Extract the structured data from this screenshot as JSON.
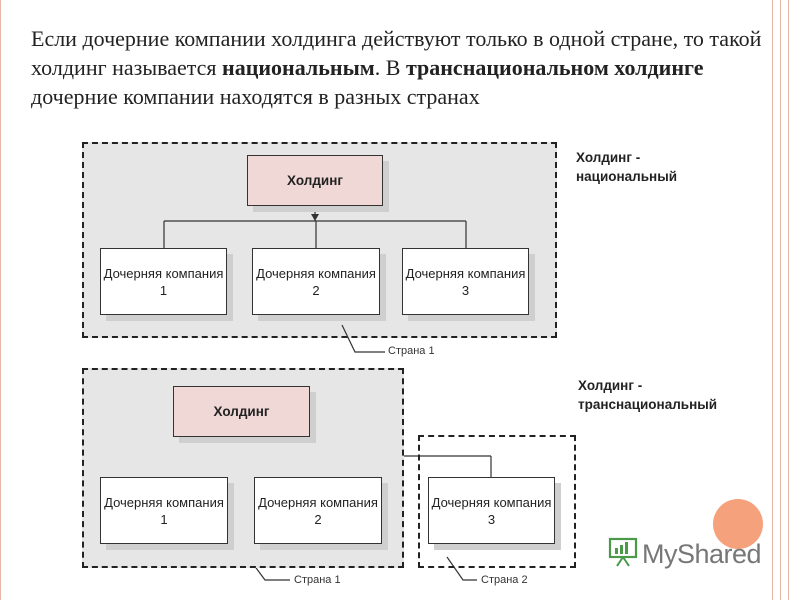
{
  "heading": {
    "part1": "Если дочерние компании холдинга действуют только в одной стране, то такой холдинг называется ",
    "bold1": "национальным",
    "part2": ". В ",
    "bold2": "транснациональном холдинге",
    "part3": " дочерние компании находятся в разных странах"
  },
  "national": {
    "caption": "Холдинг - национальный",
    "holding": "Холдинг",
    "subsidiaries": [
      "Дочерняя компания 1",
      "Дочерняя компания 2",
      "Дочерняя компания 3"
    ],
    "country": "Страна 1"
  },
  "transnational": {
    "caption": "Холдинг - транснациональный",
    "holding": "Холдинг",
    "subsidiaries": [
      "Дочерняя компания 1",
      "Дочерняя компания 2",
      "Дочерняя компания 3"
    ],
    "country1": "Страна 1",
    "country2": "Страна 2"
  },
  "logo": {
    "text": "MyShared",
    "icon": "presentation-board-icon"
  },
  "colors": {
    "holding_fill": "#f0d8d6",
    "zone_fill": "#e6e6e6",
    "accent_dot": "#f5a17b",
    "side_rule": "#e8b7a6"
  }
}
